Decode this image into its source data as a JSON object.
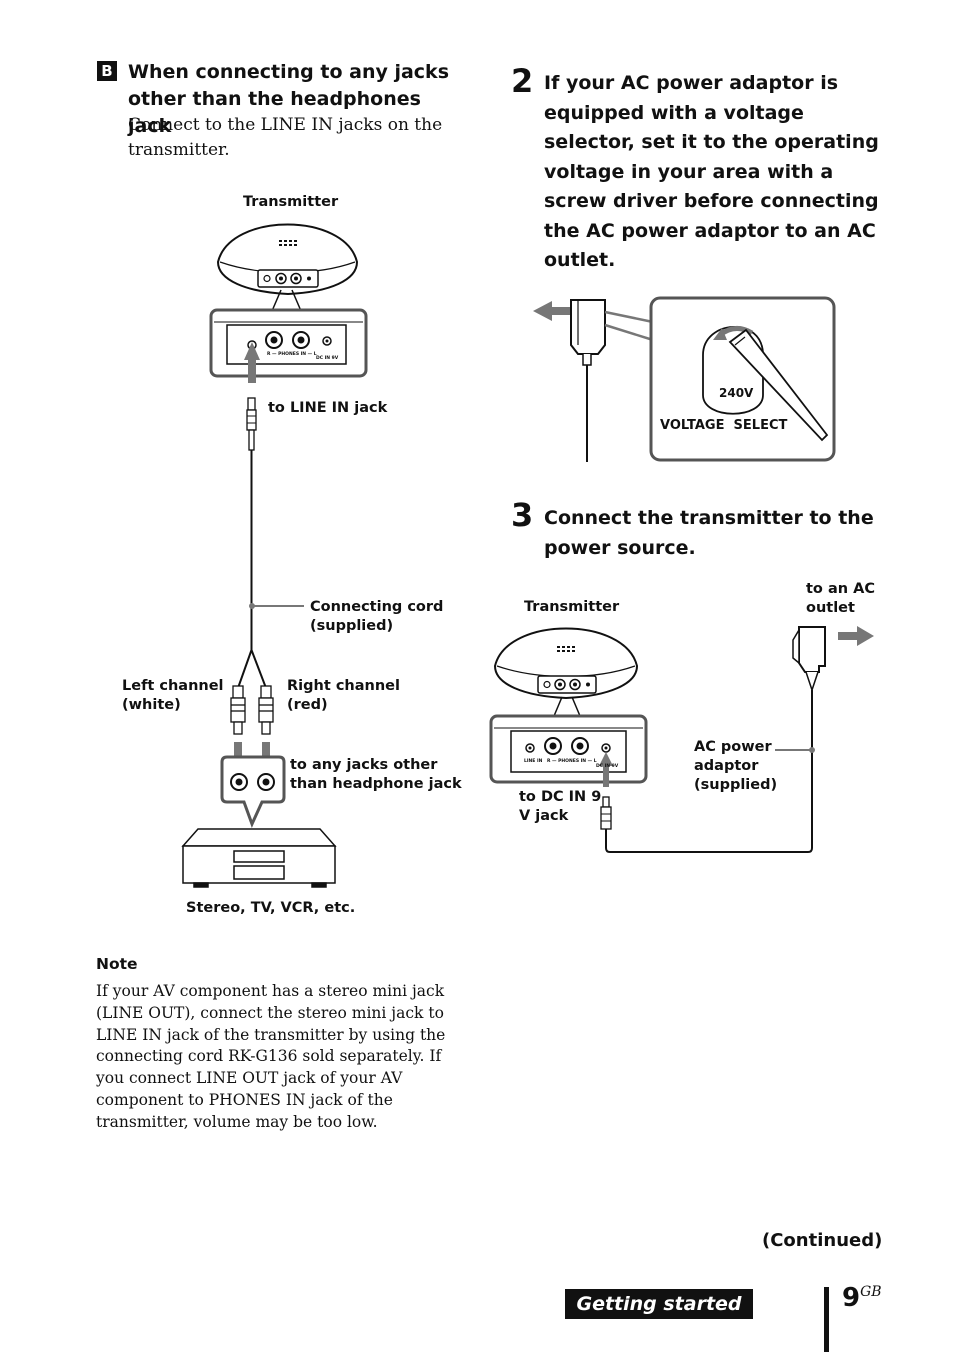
{
  "section_b": {
    "letter": "B",
    "heading_line1": "When connecting to any jacks",
    "heading_line2": "other than the headphones jack",
    "body_line1": "Connect to the LINE IN jacks on the",
    "body_line2": "transmitter."
  },
  "diagram_b": {
    "transmitter_label": "Transmitter",
    "panel_text": "R — PHONES IN — L",
    "panel_dc_text": "DC IN 9V",
    "line_in_label": "to LINE IN jack",
    "cord_label_line1": "Connecting cord",
    "cord_label_line2": "(supplied)",
    "left_channel_line1": "Left channel",
    "left_channel_line2": "(white)",
    "right_channel_line1": "Right channel",
    "right_channel_line2": "(red)",
    "jacks_label_line1": "to any jacks other",
    "jacks_label_line2": "than headphone jack",
    "device_label": "Stereo, TV, VCR, etc."
  },
  "step2": {
    "number": "2",
    "lines": [
      "If your AC power adaptor is",
      "equipped with a voltage",
      "selector, set it to the operating",
      "voltage in your area with a",
      "screw driver before connecting",
      "the AC power adaptor to an AC",
      "outlet."
    ],
    "voltage_value": "240V",
    "voltage_select_label": "VOLTAGE  SELECT"
  },
  "step3": {
    "number": "3",
    "line1": "Connect the transmitter to the",
    "line2": "power source.",
    "transmitter_label": "Transmitter",
    "outlet_line1": "to an AC",
    "outlet_line2": "outlet",
    "panel_line_in": "LINE IN",
    "panel_phones": "R — PHONES IN — L",
    "panel_dc": "DC IN 9V",
    "adaptor_line1": "AC power",
    "adaptor_line2": "adaptor",
    "adaptor_line3": "(supplied)",
    "dc_jack_line1": "to DC IN 9",
    "dc_jack_line2": "V jack"
  },
  "note": {
    "title": "Note",
    "lines": [
      "If your AV component has a stereo mini jack",
      "(LINE OUT), connect the stereo mini jack to",
      "LINE IN jack of the transmitter by using the",
      "connecting cord RK-G136 sold separately. If",
      "you connect LINE OUT jack of your AV",
      "component to PHONES IN jack of the",
      "transmitter, volume may be too low."
    ]
  },
  "footer": {
    "continued": "(Continued)",
    "section_tab": "Getting started",
    "page_number": "9",
    "page_suffix": "GB"
  }
}
